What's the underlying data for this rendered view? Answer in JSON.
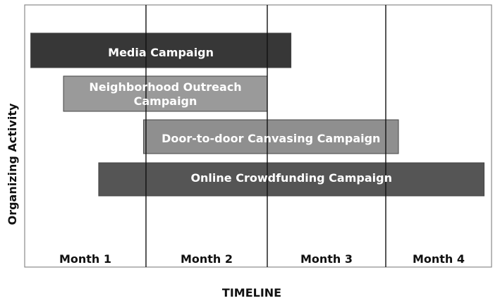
{
  "chart_data": {
    "type": "gantt",
    "xlabel": "TIMELINE",
    "ylabel": "Organizing Activity",
    "months": [
      "Month 1",
      "Month 2",
      "Month 3",
      "Month 4"
    ],
    "xlim": [
      0,
      4
    ],
    "grid": "vertical lines at month boundaries",
    "tasks": [
      {
        "name": "Media Campaign",
        "label_lines": [
          "Media Campaign"
        ],
        "start": 0.05,
        "end": 2.2,
        "color": "#373737"
      },
      {
        "name": "Neighborhood Outreach Campaign",
        "label_lines": [
          "Neighborhood Outreach",
          "Campaign"
        ],
        "start": 0.32,
        "end": 2.0,
        "color": "#9a9a9a"
      },
      {
        "name": "Door-to-door Canvasing Campaign",
        "label_lines": [
          "Door-to-door Canvasing Campaign"
        ],
        "start": 0.98,
        "end": 3.12,
        "color": "#8f8f8f"
      },
      {
        "name": "Online Crowdfunding Campaign",
        "label_lines": [
          "Online Crowdfunding Campaign"
        ],
        "start": 0.61,
        "end": 3.93,
        "color": "#555555"
      }
    ]
  }
}
